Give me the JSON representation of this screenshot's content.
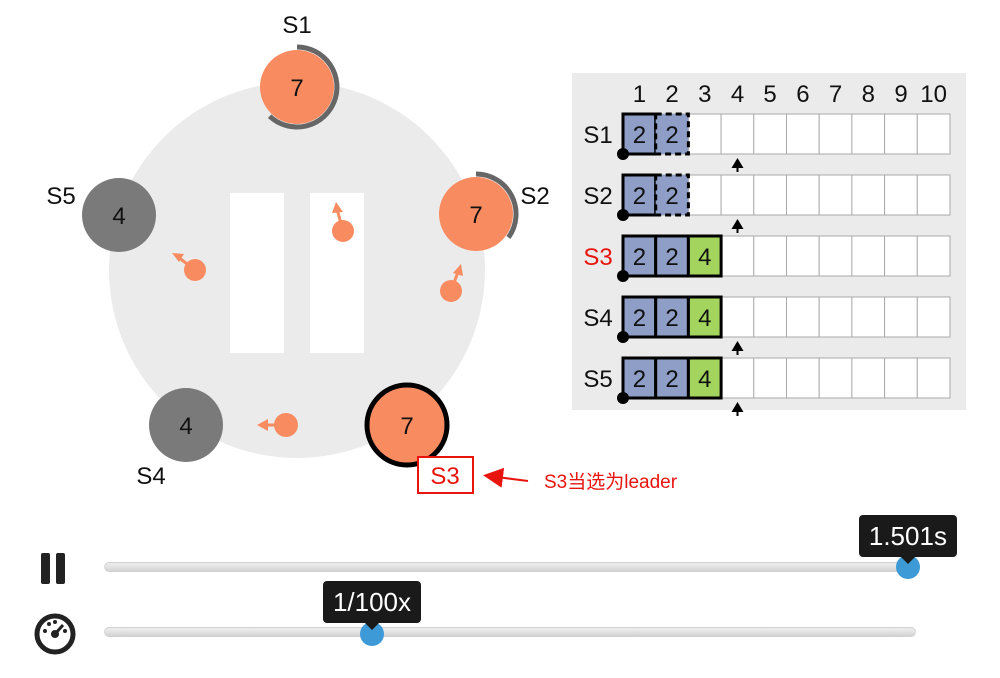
{
  "servers": [
    {
      "id": "S1",
      "term": "7",
      "state": "candidate",
      "timer": 0.62
    },
    {
      "id": "S2",
      "term": "7",
      "state": "candidate",
      "timer": 0.35
    },
    {
      "id": "S3",
      "term": "7",
      "state": "leader"
    },
    {
      "id": "S4",
      "term": "4",
      "state": "follower"
    },
    {
      "id": "S5",
      "term": "4",
      "state": "follower"
    }
  ],
  "annotation": {
    "box_label": "S3",
    "text": "S3当选为leader",
    "color": "#e8140e"
  },
  "log": {
    "columns": [
      "1",
      "2",
      "3",
      "4",
      "5",
      "6",
      "7",
      "8",
      "9",
      "10"
    ],
    "rows": [
      {
        "server": "S1",
        "highlight": false,
        "entries": [
          {
            "term": "2",
            "committed": true
          },
          {
            "term": "2",
            "committed": false
          }
        ],
        "next_index": 4
      },
      {
        "server": "S2",
        "highlight": false,
        "entries": [
          {
            "term": "2",
            "committed": true
          },
          {
            "term": "2",
            "committed": false
          }
        ],
        "next_index": 4
      },
      {
        "server": "S3",
        "highlight": true,
        "entries": [
          {
            "term": "2",
            "committed": true
          },
          {
            "term": "2",
            "committed": true
          },
          {
            "term": "4",
            "committed": true
          }
        ],
        "next_index": null
      },
      {
        "server": "S4",
        "highlight": false,
        "entries": [
          {
            "term": "2",
            "committed": true
          },
          {
            "term": "2",
            "committed": true
          },
          {
            "term": "4",
            "committed": true
          }
        ],
        "next_index": 4
      },
      {
        "server": "S5",
        "highlight": false,
        "entries": [
          {
            "term": "2",
            "committed": true
          },
          {
            "term": "2",
            "committed": true
          },
          {
            "term": "4",
            "committed": true
          }
        ],
        "next_index": 4
      }
    ]
  },
  "controls": {
    "time_label": "1.501s",
    "time_fraction": 0.99,
    "speed_label": "1/100x",
    "speed_fraction": 0.33
  },
  "colors": {
    "candidate": "#f98b60",
    "follower": "#7a7a7a",
    "term2": "#8e9ec6",
    "term4": "#a3d55e",
    "ring": "#ebebeb",
    "highlight_text": "#e8140e",
    "knob": "#3d9ad6"
  }
}
